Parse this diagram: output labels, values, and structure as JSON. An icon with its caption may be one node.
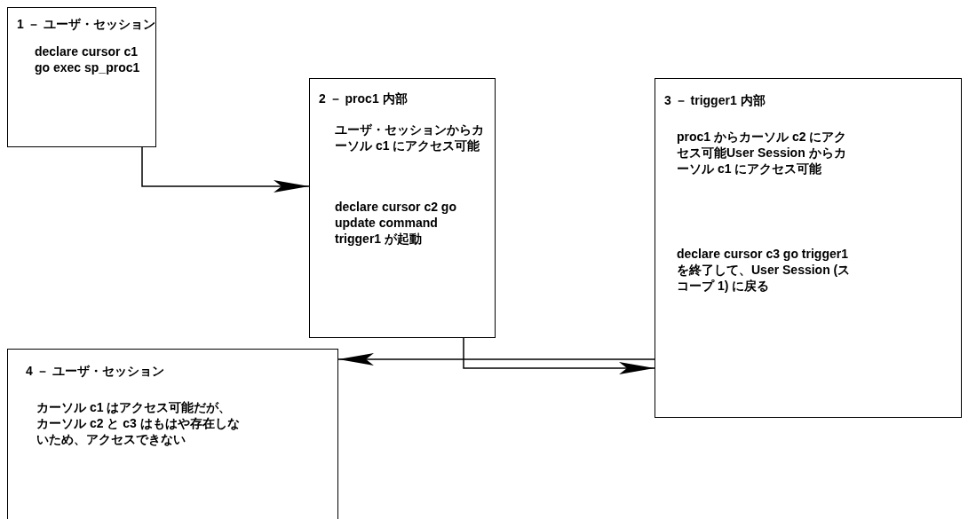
{
  "diagram": {
    "nodes": [
      {
        "text": [
          "1 － ユーザ・セッション",
          "declare cursor c1 go exec sp_proc1"
        ]
      },
      {
        "text": [
          "2 － proc1 内部",
          "ユーザ・セッションからカーソル c1 にアクセス可能",
          "declare cursor c2 go update command trigger1 が起動"
        ]
      },
      {
        "text": [
          "3 － trigger1 内部",
          "proc1 からカーソル c2 にアクセス可能User Session からカーソル c1 にアクセス可能",
          "declare cursor c3 go trigger1 を終了して、User Session (スコープ 1) に戻る"
        ]
      },
      {
        "text": [
          "4 － ユーザ・セッション",
          "カーソル c1 はアクセス可能だが、カーソル c2 と c3 はもはや存在しないため、アクセスできない"
        ]
      }
    ],
    "edges": [
      {
        "from": 0,
        "to": 1,
        "arrow": "to"
      },
      {
        "from": 1,
        "to": 2,
        "arrow": "to"
      },
      {
        "from": 2,
        "to": 3,
        "arrow": "to"
      }
    ]
  }
}
